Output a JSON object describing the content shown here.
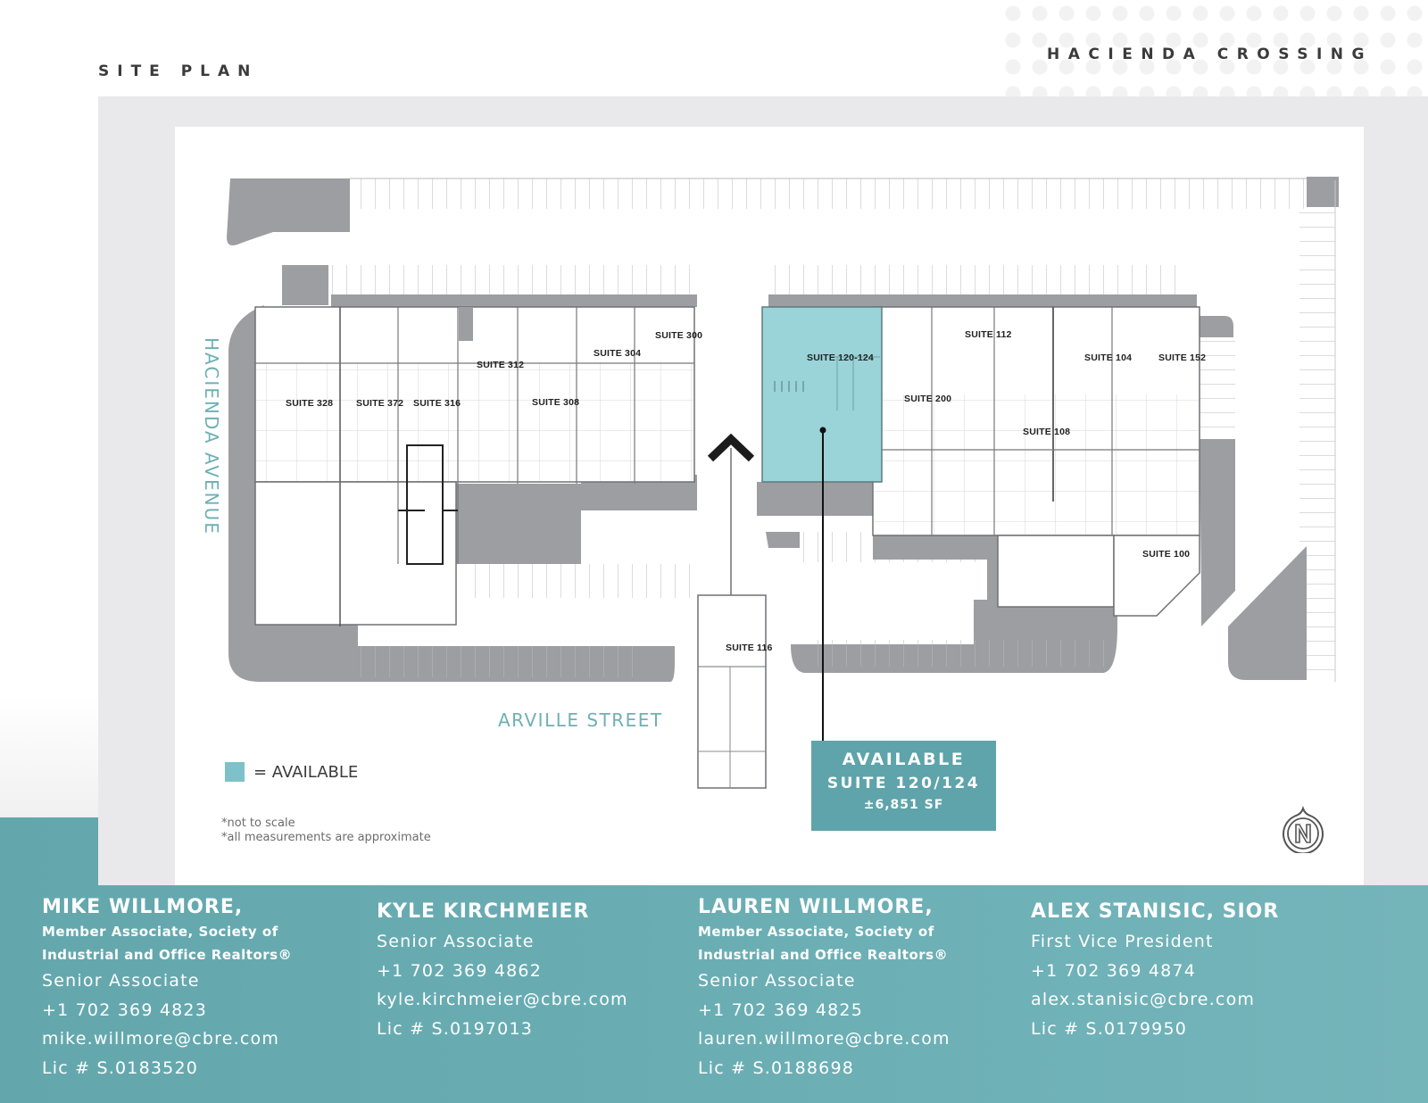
{
  "header": {
    "page_label": "SITE PLAN",
    "property_name": "HACIENDA CROSSING"
  },
  "site_plan": {
    "streets": {
      "west": "HACIENDA AVENUE",
      "south": "ARVILLE STREET"
    },
    "suites": [
      {
        "id": "suite-300",
        "label": "SUITE 300",
        "available": false
      },
      {
        "id": "suite-304",
        "label": "SUITE 304",
        "available": false
      },
      {
        "id": "suite-312",
        "label": "SUITE 312",
        "available": false
      },
      {
        "id": "suite-328",
        "label": "SUITE 328",
        "available": false
      },
      {
        "id": "suite-372",
        "label": "SUITE 372",
        "available": false
      },
      {
        "id": "suite-316",
        "label": "SUITE 316",
        "available": false
      },
      {
        "id": "suite-308",
        "label": "SUITE 308",
        "available": false
      },
      {
        "id": "suite-120-124",
        "label": "SUITE 120-124",
        "available": true
      },
      {
        "id": "suite-112",
        "label": "SUITE 112",
        "available": false
      },
      {
        "id": "suite-104",
        "label": "SUITE 104",
        "available": false
      },
      {
        "id": "suite-152",
        "label": "SUITE 152",
        "available": false
      },
      {
        "id": "suite-200",
        "label": "SUITE 200",
        "available": false
      },
      {
        "id": "suite-108",
        "label": "SUITE 108",
        "available": false
      },
      {
        "id": "suite-100",
        "label": "SUITE 100",
        "available": false
      },
      {
        "id": "suite-116",
        "label": "SUITE 116",
        "available": false
      }
    ],
    "legend": {
      "label": "= AVAILABLE",
      "color": "#7dc2c9"
    },
    "notes": [
      "*not to scale",
      "*all measurements are approximate"
    ],
    "callout": {
      "status": "AVAILABLE",
      "suite": "SUITE 120/124",
      "area": "±6,851 SF",
      "color": "#5ea4aa"
    },
    "north_icon": "north-arrow-icon",
    "colors": {
      "parking_lot": "#9d9ea2",
      "available_suite": "#9ad3d8",
      "street_label": "#6fb0b5"
    }
  },
  "contacts": [
    {
      "name": "MIKE WILLMORE,",
      "affiliation": [
        "Member Associate, Society of",
        "Industrial and Office Realtors®"
      ],
      "title": "Senior Associate",
      "phone": "+1 702 369 4823",
      "email": "mike.willmore@cbre.com",
      "license": "Lic # S.0183520"
    },
    {
      "name": "KYLE KIRCHMEIER",
      "title": "Senior Associate",
      "phone": "+1 702 369 4862",
      "email": "kyle.kirchmeier@cbre.com",
      "license": "Lic # S.0197013"
    },
    {
      "name": "LAUREN WILLMORE,",
      "affiliation": [
        "Member Associate, Society of",
        "Industrial and Office Realtors®"
      ],
      "title": "Senior Associate",
      "phone": "+1 702 369 4825",
      "email": "lauren.willmore@cbre.com",
      "license": "Lic # S.0188698"
    },
    {
      "name": "ALEX STANISIC, SIOR",
      "title": "First Vice President",
      "phone": "+1 702 369 4874",
      "email": "alex.stanisic@cbre.com",
      "license": "Lic # S.0179950"
    }
  ]
}
